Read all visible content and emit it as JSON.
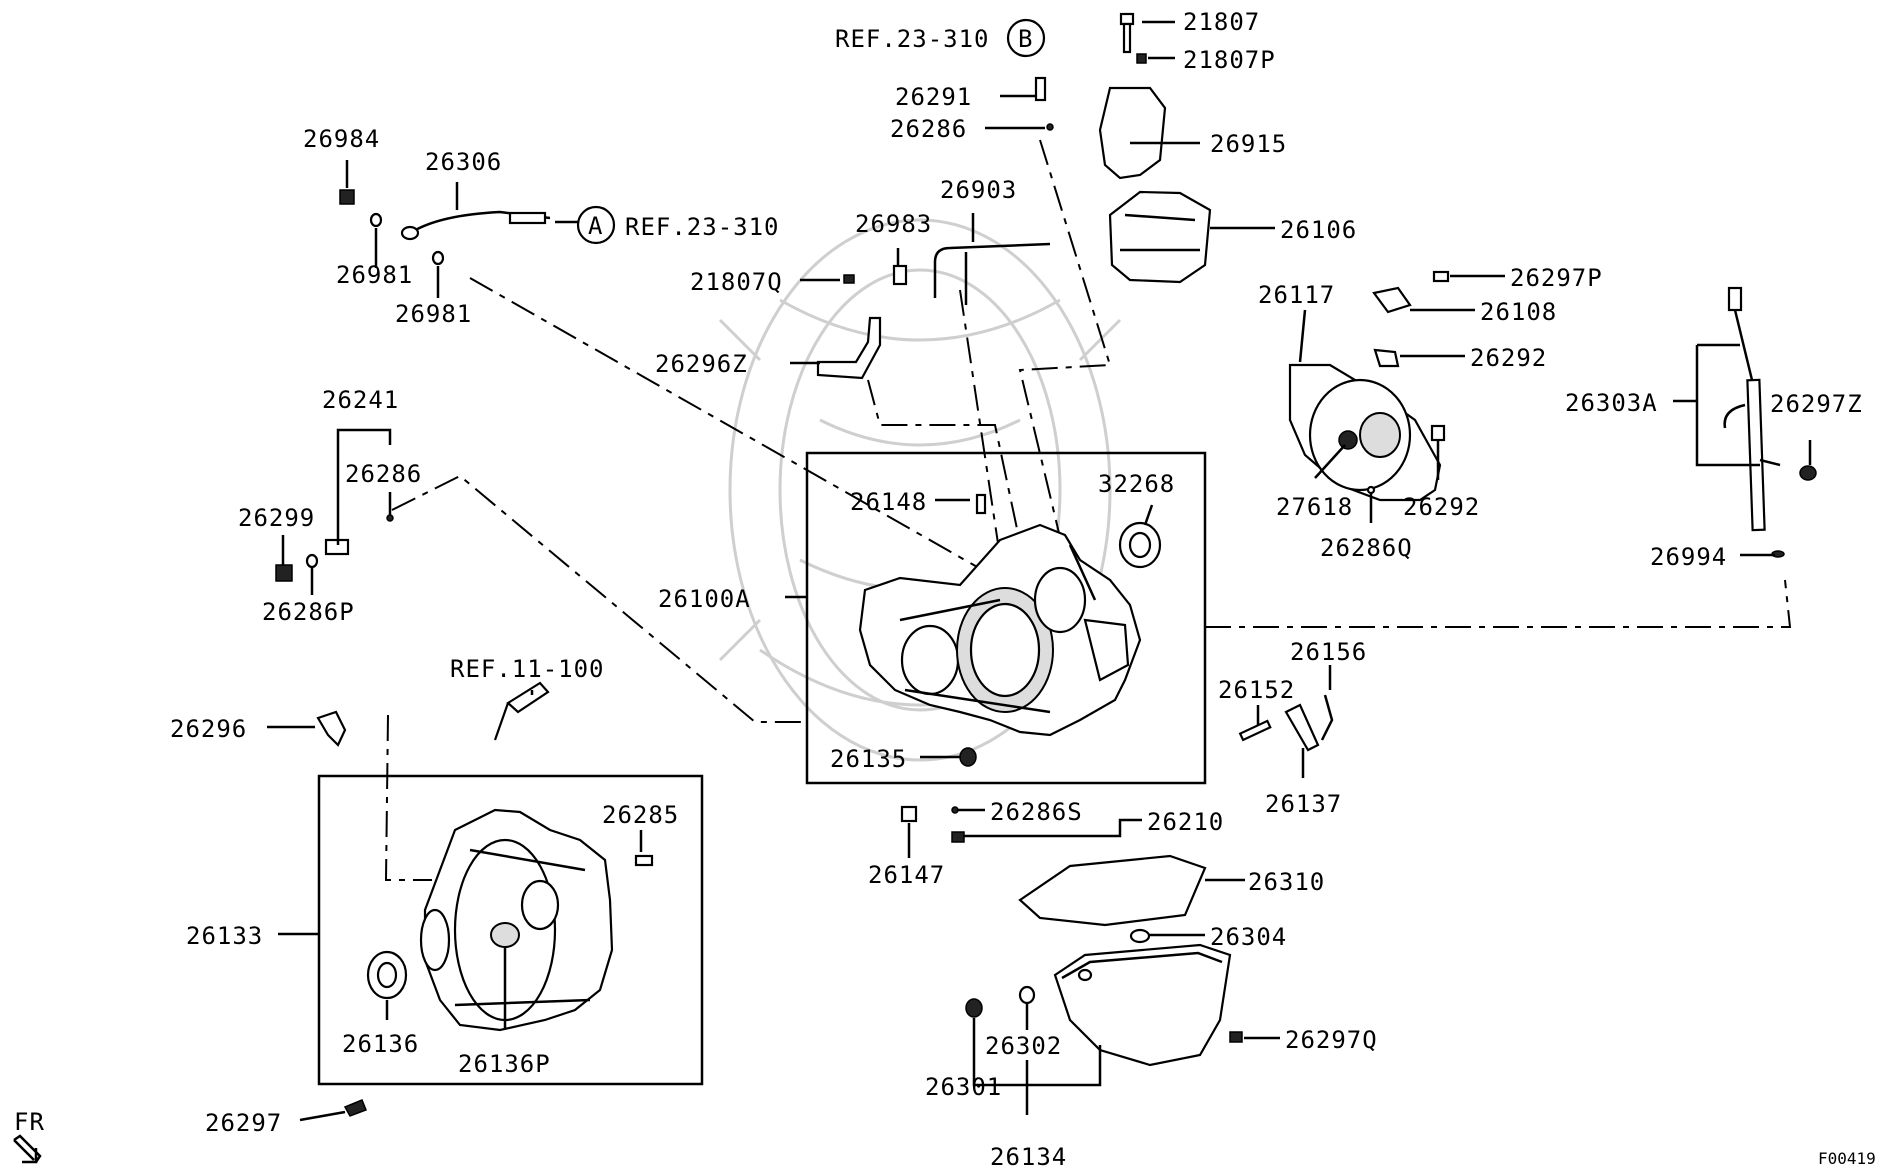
{
  "diagram": {
    "callouts": {
      "p21807": "21807",
      "p21807P": "21807P",
      "p26291": "26291",
      "p26286_top": "26286",
      "p26915": "26915",
      "p26106": "26106",
      "p26984": "26984",
      "p26306": "26306",
      "p26981_a": "26981",
      "p26981_b": "26981",
      "p26903": "26903",
      "p26983": "26983",
      "p21807Q": "21807Q",
      "p26296Z": "26296Z",
      "p26297P": "26297P",
      "p26108": "26108",
      "p26117": "26117",
      "p26292_a": "26292",
      "p26292_b": "26292",
      "p27618": "27618",
      "p26286Q": "26286Q",
      "p26303A": "26303A",
      "p26297Z": "26297Z",
      "p26994": "26994",
      "p26241": "26241",
      "p26286_left": "26286",
      "p26299": "26299",
      "p26286P": "26286P",
      "p26148": "26148",
      "p32268": "32268",
      "p26100A": "26100A",
      "p26135": "26135",
      "p26156": "26156",
      "p26152": "26152",
      "p26137": "26137",
      "p26296": "26296",
      "p26285": "26285",
      "p26133": "26133",
      "p26136": "26136",
      "p26136P": "26136P",
      "p26297": "26297",
      "p26286S": "26286S",
      "p26210": "26210",
      "p26147": "26147",
      "p26310": "26310",
      "p26304": "26304",
      "p26302": "26302",
      "p26301": "26301",
      "p26297Q": "26297Q",
      "p26134": "26134"
    },
    "references": {
      "ref_b": "REF.23-310",
      "ref_b_marker": "B",
      "ref_a": "REF.23-310",
      "ref_a_marker": "A",
      "ref_11": "REF.11-100"
    },
    "direction_label": "FR",
    "figure_code": "F00419"
  }
}
